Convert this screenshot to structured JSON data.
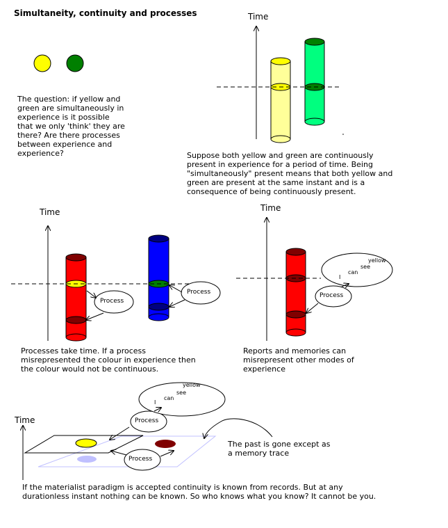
{
  "title": "Simultaneity, continuity and processes",
  "panel1": {
    "question": "The question: if yellow and\ngreen are simultaneously in\nexperience is it possible\nthat we only 'think' they are\nthere?  Are there processes\nbetween experience and\nexperience?"
  },
  "panel2": {
    "axis_label": "Time",
    "caption": "Suppose both yellow and green are continuously\npresent in experience for a period of time. Being\n\"simultaneously\" present means that both yellow and\ngreen are present at the same instant and is a\nconsequence of being continuously present."
  },
  "panel3": {
    "axis_label": "Time",
    "process_left": "Process",
    "process_right": "Process",
    "caption": "Processes take time. If a process\nmisrepresented the colour in experience then\nthe colour would not be continuous."
  },
  "panel4": {
    "axis_label": "Time",
    "process": "Process",
    "bubble": {
      "w1": "I",
      "w2": "can",
      "w3": "see",
      "w4": "yellow"
    },
    "caption": "Reports and memories can\nmisrepresent other modes of\nexperience"
  },
  "panel5": {
    "axis_label": "Time",
    "process_top": "Process",
    "process_bottom": "Process",
    "bubble": {
      "w1": "I",
      "w2": "can",
      "w3": "see",
      "w4": "yellow"
    },
    "past_note": "The past is gone except as\na memory trace",
    "caption": "If the materialist paradigm is accepted continuity is known from records. But at any\ndurationless instant nothing can be known. So who knows what you know? It cannot be you."
  },
  "colors": {
    "yellow": "#ffff00",
    "green": "#007f00",
    "pale_yellow": "#ffff99",
    "pale_green": "#00ff7f",
    "red": "#ff0000",
    "dark_red": "#800000",
    "blue": "#0000ff",
    "navy": "#000080",
    "lavender": "#c0c0ff"
  }
}
